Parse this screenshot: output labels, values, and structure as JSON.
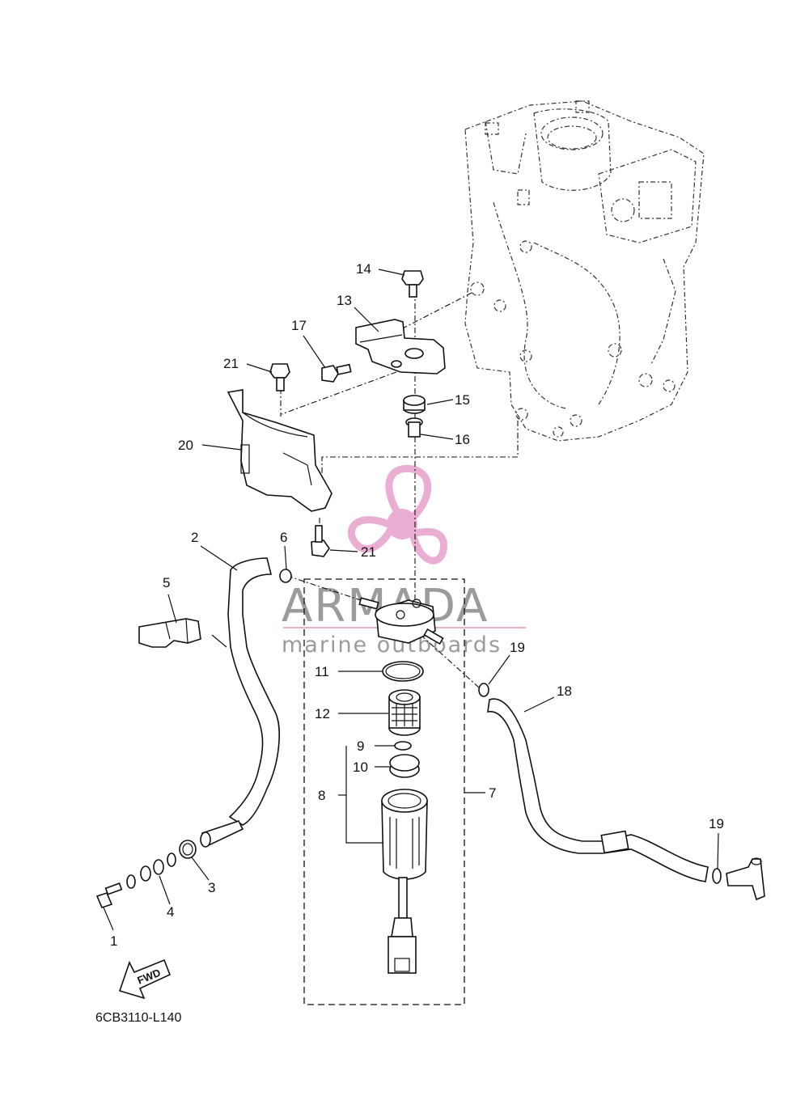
{
  "diagram": {
    "code": "6CB3110-L140",
    "fwd_label": "FWD",
    "callouts": {
      "c1": "1",
      "c2": "2",
      "c3": "3",
      "c4": "4",
      "c5": "5",
      "c6": "6",
      "c7": "7",
      "c8": "8",
      "c9": "9",
      "c10": "10",
      "c11": "11",
      "c12": "12",
      "c13": "13",
      "c14": "14",
      "c15": "15",
      "c16": "16",
      "c17": "17",
      "c18": "18",
      "c19a": "19",
      "c19b": "19",
      "c20": "20",
      "c21a": "21",
      "c21b": "21"
    }
  },
  "watermark": {
    "brand": "ARMADA",
    "tagline": "marine outboards",
    "color_pink": "#e7a1cc",
    "color_gray": "#8a8a8a"
  }
}
